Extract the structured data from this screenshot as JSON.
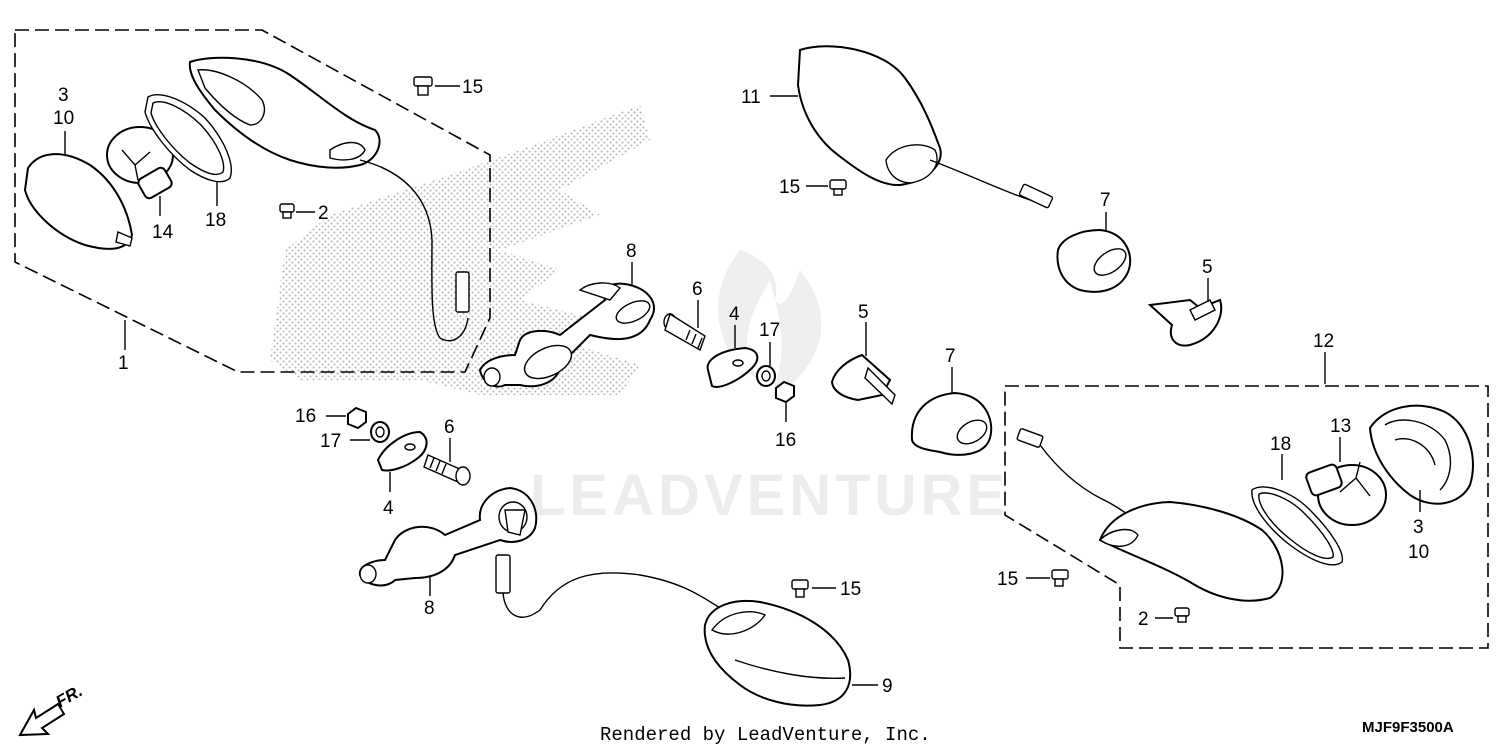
{
  "watermark": {
    "text": "LEADVENTURE"
  },
  "footer": {
    "rendered_by": "Rendered by LeadVenture, Inc.",
    "diagram_code": "MJF9F3500A"
  },
  "direction": {
    "label": "FR."
  },
  "callouts": {
    "c1": "1",
    "c2a": "2",
    "c2b": "2",
    "c3a": "3",
    "c10a": "10",
    "c3b": "3",
    "c10b": "10",
    "c4a": "4",
    "c4b": "4",
    "c5a": "5",
    "c5b": "5",
    "c6a": "6",
    "c6b": "6",
    "c7a": "7",
    "c7b": "7",
    "c8a": "8",
    "c8b": "8",
    "c9": "9",
    "c11": "11",
    "c12": "12",
    "c13": "13",
    "c14": "14",
    "c15a": "15",
    "c15b": "15",
    "c15c": "15",
    "c15d": "15",
    "c16a": "16",
    "c16b": "16",
    "c17a": "17",
    "c17b": "17",
    "c18a": "18",
    "c18b": "18"
  }
}
